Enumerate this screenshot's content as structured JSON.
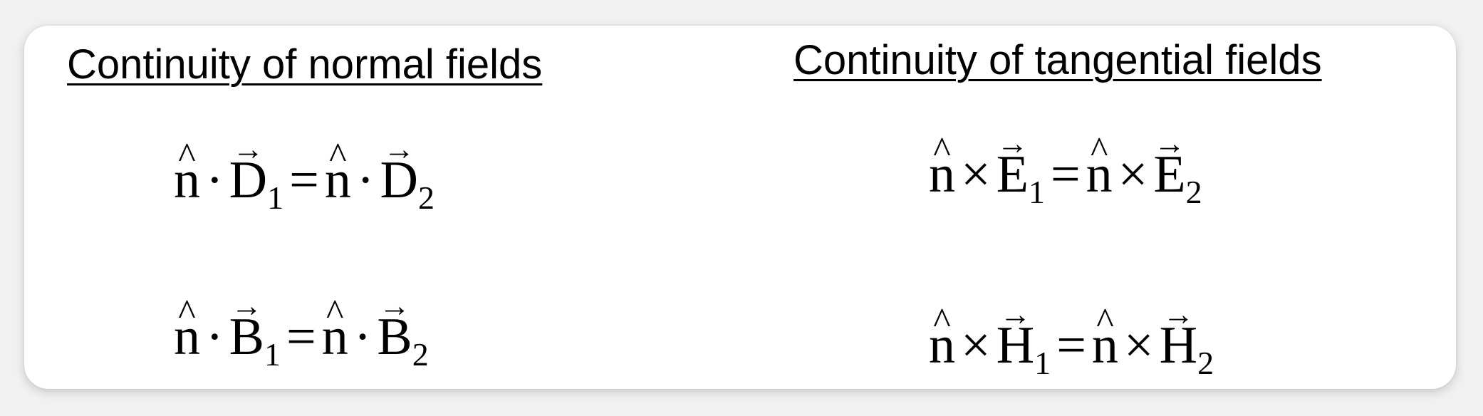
{
  "headings": {
    "normal": "Continuity of normal fields",
    "tangential": "Continuity of tangential fields"
  },
  "equations": {
    "normal_d": {
      "normal_symbol": "n",
      "operator": "·",
      "equals": "=",
      "field": "D",
      "sub_left": "1",
      "sub_right": "2"
    },
    "normal_b": {
      "normal_symbol": "n",
      "operator": "·",
      "equals": "=",
      "field": "B",
      "sub_left": "1",
      "sub_right": "2"
    },
    "tangential_e": {
      "normal_symbol": "n",
      "operator": "×",
      "equals": "=",
      "field": "E",
      "sub_left": "1",
      "sub_right": "2"
    },
    "tangential_h": {
      "normal_symbol": "n",
      "operator": "×",
      "equals": "=",
      "field": "H",
      "sub_left": "1",
      "sub_right": "2"
    }
  },
  "glyphs": {
    "hat": "^",
    "arrow": "→"
  }
}
